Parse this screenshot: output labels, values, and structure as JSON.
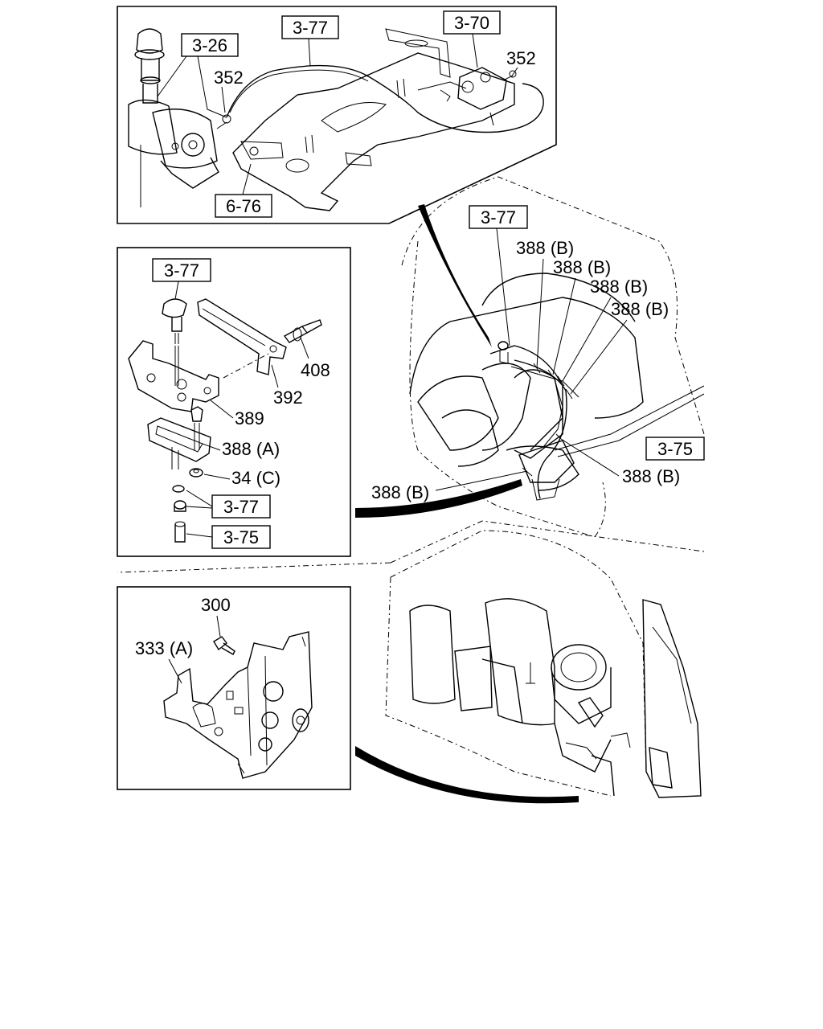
{
  "top_panel": {
    "ref_326": "3-26",
    "ref_377": "3-77",
    "ref_370": "3-70",
    "ref_676": "6-76",
    "label_352_left": "352",
    "label_352_right": "352"
  },
  "mid_right": {
    "ref_377": "3-77",
    "ref_375": "3-75",
    "label_388b_1": "388 (B)",
    "label_388b_2": "388 (B)",
    "label_388b_3": "388 (B)",
    "label_388b_4": "388 (B)",
    "label_388b_5": "388 (B)",
    "label_388b_6": "388 (B)"
  },
  "mid_left": {
    "ref_377_top": "3-77",
    "ref_377_bottom": "3-77",
    "ref_375": "3-75",
    "label_408": "408",
    "label_392": "392",
    "label_389": "389",
    "label_388a": "388 (A)",
    "label_34c": "34 (C)"
  },
  "bottom_left": {
    "label_300": "300",
    "label_333a": "333 (A)"
  }
}
